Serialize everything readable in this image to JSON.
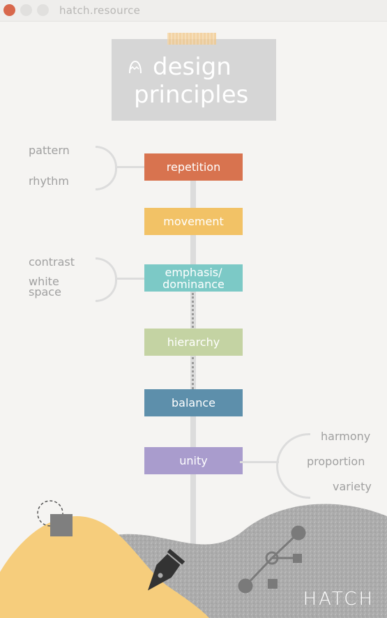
{
  "window": {
    "title": "hatch.resource"
  },
  "title": {
    "line1": "design",
    "line2": "principles"
  },
  "principles": [
    {
      "label": "repetition",
      "color": "#d8734f"
    },
    {
      "label": "movement",
      "color": "#f2c266"
    },
    {
      "label": "emphasis/\ndominance",
      "color": "#7cc9c6"
    },
    {
      "label": "hierarchy",
      "color": "#c4d3a3"
    },
    {
      "label": "balance",
      "color": "#5d8fab"
    },
    {
      "label": "unity",
      "color": "#a99ccd"
    }
  ],
  "repetition_related": [
    "pattern",
    "rhythm"
  ],
  "emphasis_related": [
    "contrast",
    "white\nspace"
  ],
  "unity_related": [
    "harmony",
    "proportion",
    "variety"
  ],
  "brand": {
    "logo": "HATCH"
  },
  "colors": {
    "sand": "#f6cd7c",
    "hill": "#a9a9a9",
    "accent": "#d8684c"
  }
}
